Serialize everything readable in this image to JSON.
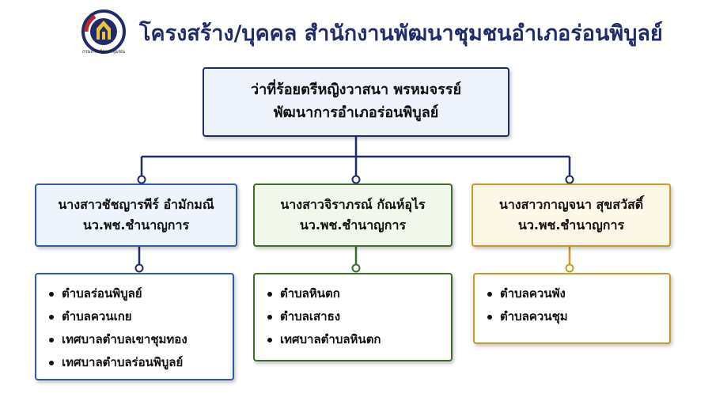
{
  "header": {
    "title": "โครงสร้าง/บุคคล สำนักงานพัฒนาชุมชนอำเภอร่อนพิบูลย์",
    "logo_caption": "กรมการพัฒนาชุมชน",
    "logo_icon": "cdd-emblem-icon"
  },
  "head": {
    "name": "ว่าที่ร้อยตรีหญิงวาสนา พรหมจรรย์",
    "position": "พัฒนาการอำเภอร่อนพิบูลย์"
  },
  "staff": [
    {
      "name": "นางสาวชัชญารพีร์ อำมักมณี",
      "position": "นว.พช.ชำนาญการ",
      "areas": [
        "ตำบลร่อนพิบูลย์",
        "ตำบลควนเกย",
        "เทศบาลตำบลเขาชุมทอง",
        "เทศบาลตำบลร่อนพิบูลย์"
      ]
    },
    {
      "name": "นางสาวจิราภรณ์ กัณห์อุไร",
      "position": "นว.พช.ชำนาญการ",
      "areas": [
        "ตำบลหินตก",
        "ตำบลเสาธง",
        "เทศบาลตำบลหินตก"
      ]
    },
    {
      "name": "นางสาวกาญจนา สุขสวัสดิ์",
      "position": "นว.พช.ชำนาญการ",
      "areas": [
        "ตำบลควนพัง",
        "ตำบลควนชุม"
      ]
    }
  ],
  "colors": {
    "navy": "#1f2b6b",
    "blue": "#2d5caa",
    "green": "#3f6d2b",
    "gold": "#c89a2a"
  }
}
